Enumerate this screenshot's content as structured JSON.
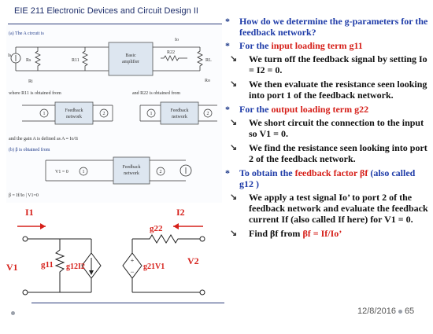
{
  "header": {
    "course": "EIE 211 Electronic Devices and Circuit Design II"
  },
  "figure": {
    "a_label": "(a)  The A circuit is",
    "basic_amp": [
      "Basic",
      "amplifier"
    ],
    "rs": "Rs",
    "r11": "R11",
    "r22": "R22",
    "rl": "RL",
    "is_src": "Is",
    "io": "Io",
    "ri": "Ri",
    "ro": "Ro",
    "where_r11": "where R11 is obtained from",
    "and_r22": "and R22 is obtained from",
    "feedback_net": [
      "Feedback",
      "network"
    ],
    "port1": "1",
    "port2": "2",
    "gain_def": "and the gain A is defined as  A ≡ Io/Ii",
    "b_label": "(b)  β is obtained from",
    "v1_zero": "V1 = 0",
    "beta_def": "β = If/Io | V1=0"
  },
  "circuit": {
    "i1": "I1",
    "i2": "I2",
    "v1": "V1",
    "v2": "V2",
    "g11": "g11",
    "g12i2": "g12I2",
    "g22": "g22",
    "g21v1": "g21V1"
  },
  "bullets": [
    {
      "text": "How do we determine the g-parameters for the feedback network?",
      "subs": []
    },
    {
      "pre": "For the ",
      "hl": "input loading term g11",
      "post": "",
      "subs": [
        "We turn off the feedback signal by setting Io = I2 = 0.",
        "We then evaluate the resistance seen looking into port 1 of the feedback network."
      ]
    },
    {
      "pre": "For the ",
      "hl": "output loading term g22",
      "post": "",
      "subs": [
        "We short circuit the connection to the input so V1 = 0.",
        "We find the resistance seen looking into port 2 of the feedback network."
      ]
    },
    {
      "pre": "To obtain the ",
      "hl": "feedback factor βf",
      "post": " (also called g12 )",
      "subs": [
        "We apply a test signal Io’ to port 2 of the feedback network and evaluate the feedback current If (also called If here) for V1 = 0."
      ]
    }
  ],
  "last_sub": {
    "pre": "Find βf from ",
    "hl": "βf = If/Io’"
  },
  "footer": {
    "date": "12/8/2016",
    "page": "65"
  }
}
